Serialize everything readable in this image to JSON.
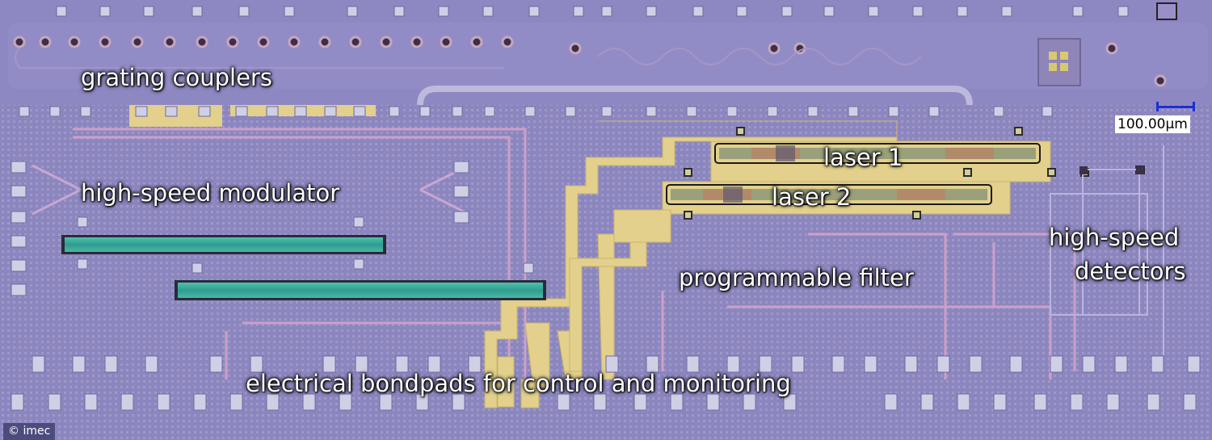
{
  "labels": {
    "grating_couplers": "grating couplers",
    "high_speed_modulator": "high-speed modulator",
    "laser_1": "laser 1",
    "laser_2": "laser 2",
    "programmable_filter": "programmable filter",
    "high_speed_detectors_line1": "high-speed",
    "high_speed_detectors_line2": "detectors",
    "electrical_bondpads": "electrical bondpads for control and monitoring"
  },
  "scale_bar": {
    "label": "100.00µm"
  },
  "copyright": "© imec",
  "colors": {
    "substrate": "#8a86c0",
    "metal_gold": "#e2d08c",
    "modulator_teal": "#3fae9e",
    "pads": "#c9c9e3",
    "waveguide": "#c7a3c9",
    "scale_bar": "#1b2fd6"
  }
}
